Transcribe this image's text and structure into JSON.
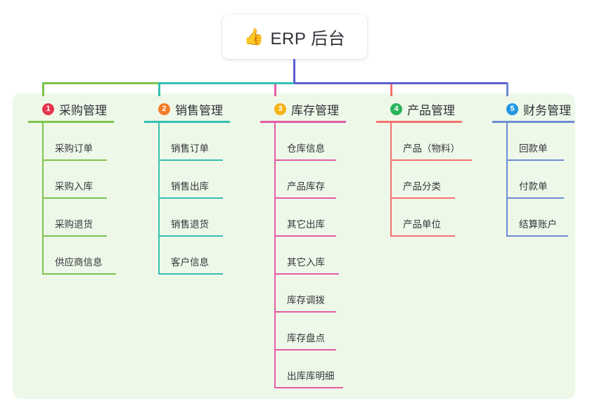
{
  "diagram": {
    "type": "mind-map",
    "background_color": "#ffffff",
    "panel_color": "#eef8e8",
    "root": {
      "icon": "thumbs-up-icon",
      "emoji": "👍",
      "title": "ERP 后台",
      "card_color": "#ffffff",
      "stem_color": "#5b5fd0"
    },
    "columns": [
      {
        "id": "purchasing",
        "number": "1",
        "title": "采购管理",
        "badge_color": "#e8344e",
        "line_color": "#7ec34a",
        "children": [
          {
            "label": "采购订单",
            "width": 92
          },
          {
            "label": "采购入库",
            "width": 92
          },
          {
            "label": "采购退货",
            "width": 92
          },
          {
            "label": "供应商信息",
            "width": 105
          }
        ]
      },
      {
        "id": "sales",
        "number": "2",
        "title": "销售管理",
        "badge_color": "#f47b2a",
        "line_color": "#35bfb2",
        "children": [
          {
            "label": "销售订单",
            "width": 92
          },
          {
            "label": "销售出库",
            "width": 92
          },
          {
            "label": "销售退货",
            "width": 92
          },
          {
            "label": "客户信息",
            "width": 92
          }
        ]
      },
      {
        "id": "inventory",
        "number": "3",
        "title": "库存管理",
        "badge_color": "#f5b316",
        "line_color": "#e35ca4",
        "children": [
          {
            "label": "仓库信息",
            "width": 88
          },
          {
            "label": "产品库存",
            "width": 88
          },
          {
            "label": "其它出库",
            "width": 88
          },
          {
            "label": "其它入库",
            "width": 92
          },
          {
            "label": "库存调拨",
            "width": 88
          },
          {
            "label": "库存盘点",
            "width": 88
          },
          {
            "label": "出库库明细",
            "width": 98
          }
        ]
      },
      {
        "id": "product",
        "number": "4",
        "title": "产品管理",
        "badge_color": "#2bb45a",
        "line_color": "#f4726f",
        "children": [
          {
            "label": "产品（物料）",
            "width": 116
          },
          {
            "label": "产品分类",
            "width": 92
          },
          {
            "label": "产品单位",
            "width": 92
          }
        ]
      },
      {
        "id": "finance",
        "number": "5",
        "title": "财务管理",
        "badge_color": "#2196e3",
        "line_color": "#6e8cd4",
        "children": [
          {
            "label": "回款单",
            "width": 82
          },
          {
            "label": "付款单",
            "width": 82
          },
          {
            "label": "结算账户",
            "width": 88
          }
        ]
      }
    ]
  }
}
